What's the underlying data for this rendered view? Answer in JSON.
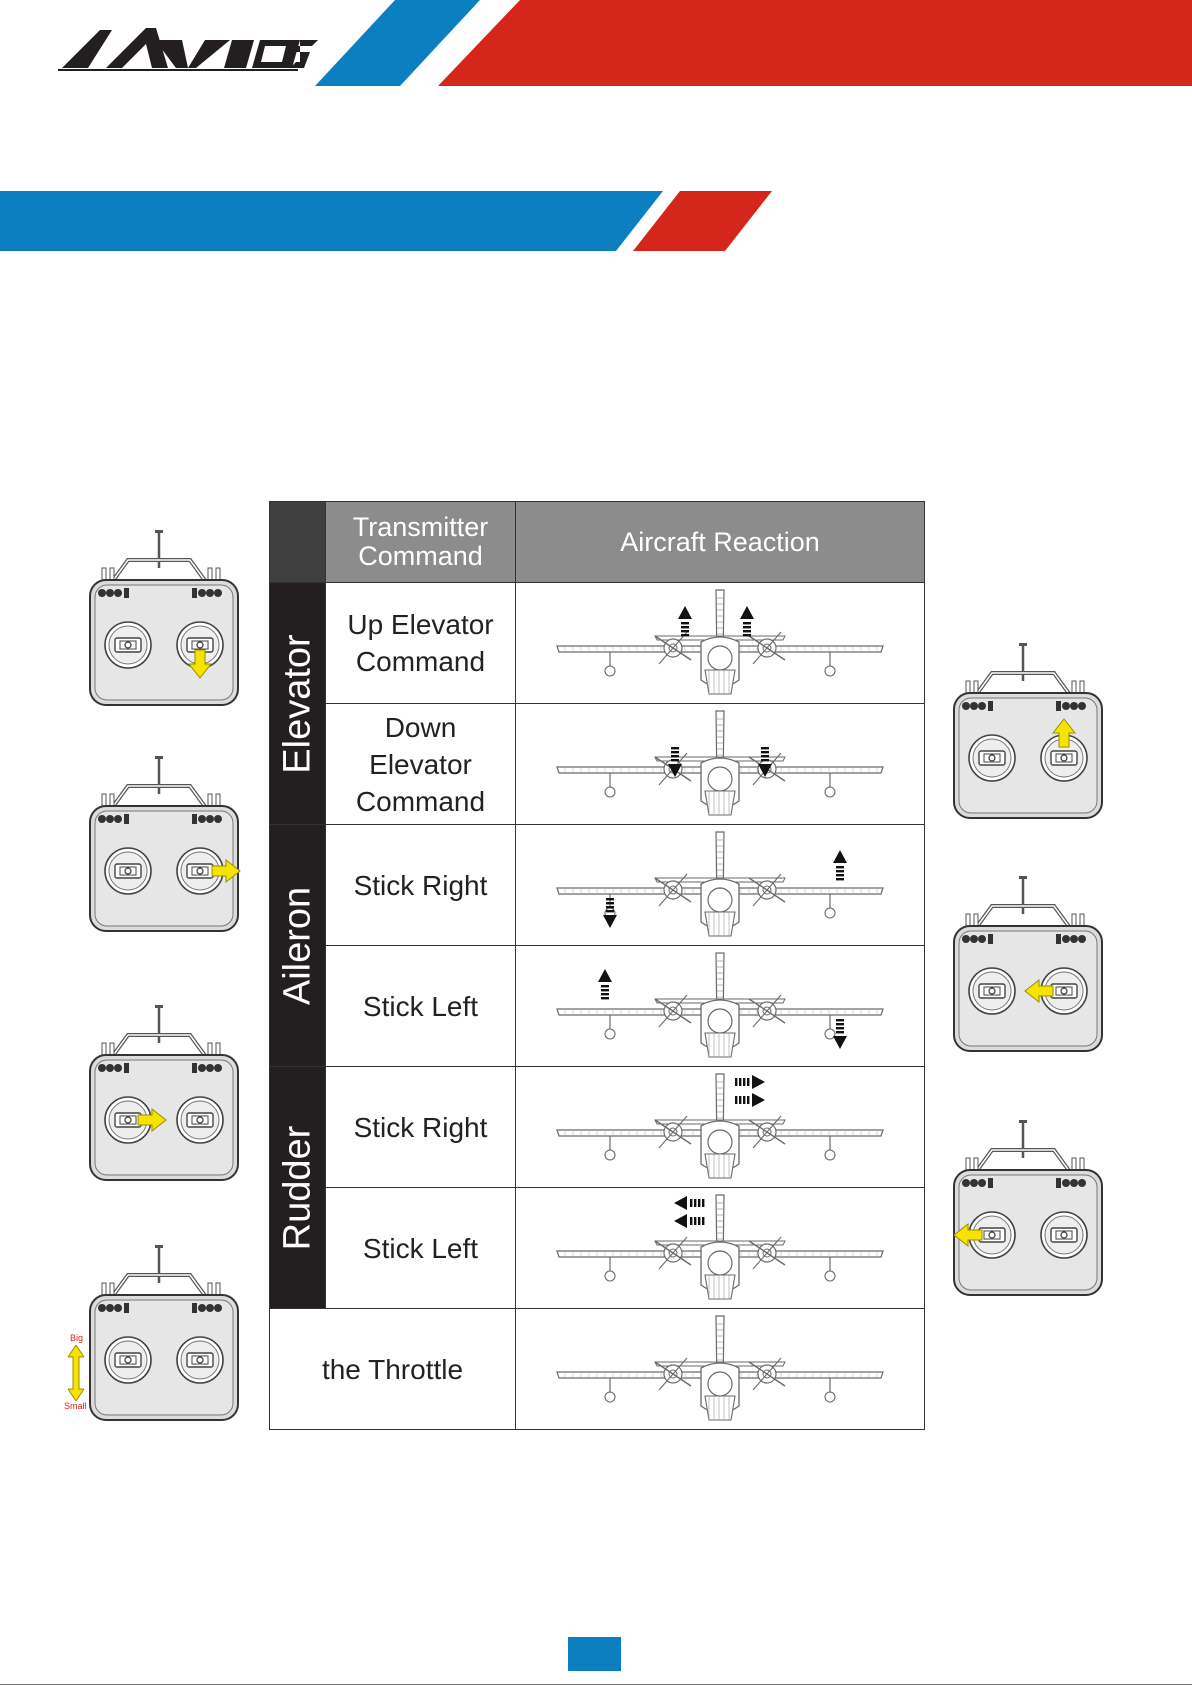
{
  "brand": {
    "logo_text": "AVIOS",
    "blue": "#0c7fc1",
    "red": "#d4261a"
  },
  "table": {
    "header": {
      "command": "Transmitter Command",
      "reaction": "Aircraft Reaction"
    },
    "groups": [
      {
        "name": "Elevator"
      },
      {
        "name": "Aileron"
      },
      {
        "name": "Rudder"
      }
    ],
    "rows": [
      {
        "command": "Up Elevator Command"
      },
      {
        "command": "Down Elevator Command"
      },
      {
        "command": "Stick Right"
      },
      {
        "command": "Stick Left"
      },
      {
        "command": "Stick Right"
      },
      {
        "command": "Stick Left"
      },
      {
        "command": "the Throttle"
      }
    ]
  },
  "throttle_labels": {
    "big": "Big",
    "small": "Small"
  }
}
